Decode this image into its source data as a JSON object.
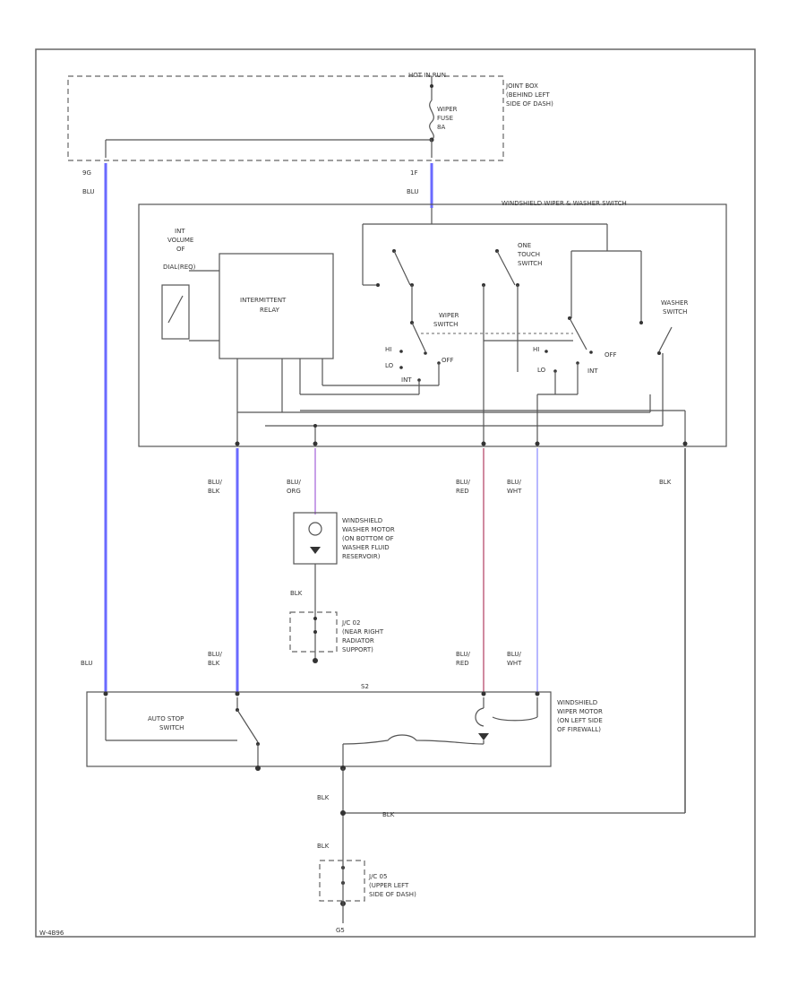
{
  "colors": {
    "blu": "#6a6aff",
    "red": "#d08aa0",
    "wht": "#b8b8ff",
    "line": "#555555"
  },
  "labels": {
    "hot_in_run": "HOT IN RUN",
    "junction_block": [
      "JOINT BOX",
      "(BEHIND LEFT",
      "SIDE OF DASH)"
    ],
    "wiper_fuse": [
      "WIPER",
      "FUSE",
      "8A"
    ],
    "pin_left": "9G",
    "pin_right": "1F",
    "wire_blu_left": "BLU",
    "wire_blu_top": "BLU",
    "switch_title": "WINDSHIELD WIPER & WASHER SWITCH",
    "variable_resistor": [
      "INT",
      "VOLUME",
      "OF",
      "DIAL(REQ)"
    ],
    "intermittent_relay": [
      "INTERMITTENT",
      "RELAY"
    ],
    "one_touch_switch": [
      "ONE",
      "TOUCH",
      "SWITCH"
    ],
    "washer_switch": [
      "WASHER",
      "SWITCH"
    ],
    "wiper_switch": [
      "WIPER",
      "SWITCH"
    ],
    "pos_hi": "HI",
    "pos_lo": "LO",
    "pos_int": "INT",
    "pos_off": "OFF",
    "pos_hi2": "HI",
    "pos_lo2": "LO",
    "pos_int2": "INT",
    "pos_off2": "OFF",
    "w_blu_blk": [
      "BLU/",
      "BLK"
    ],
    "w_blu_org": [
      "BLU/",
      "ORG"
    ],
    "w_blu_red": [
      "BLU/",
      "RED"
    ],
    "w_blu_wht": [
      "BLU/",
      "WHT"
    ],
    "w_blk_right": "BLK",
    "washer_motor": [
      "WINDSHIELD",
      "WASHER MOTOR",
      "(ON BOTTOM OF",
      "WASHER FLUID",
      "RESERVOIR)"
    ],
    "w_blk_1": "BLK",
    "jc02": [
      "J/C 02",
      "(NEAR RIGHT",
      "RADIATOR",
      "SUPPORT)"
    ],
    "w_blu_bottom": "BLU",
    "w_blu_blk_2": [
      "BLU/",
      "BLK"
    ],
    "w_blu_red_2": [
      "BLU/",
      "RED"
    ],
    "w_blu_wht_2": [
      "BLU/",
      "WHT"
    ],
    "connector_s2": "S2",
    "auto_stop": [
      "AUTO STOP",
      "SWITCH"
    ],
    "wiper_motor": [
      "WINDSHIELD",
      "WIPER MOTOR",
      "(ON LEFT SIDE",
      "OF FIREWALL)"
    ],
    "w_blk_2": "BLK",
    "w_blk_3": "BLK",
    "w_blk_4": "BLK",
    "jc05": [
      "J/C 05",
      "(UPPER LEFT",
      "SIDE OF DASH)"
    ],
    "ground_g": "G5",
    "diagram_id": "W-4B96"
  }
}
